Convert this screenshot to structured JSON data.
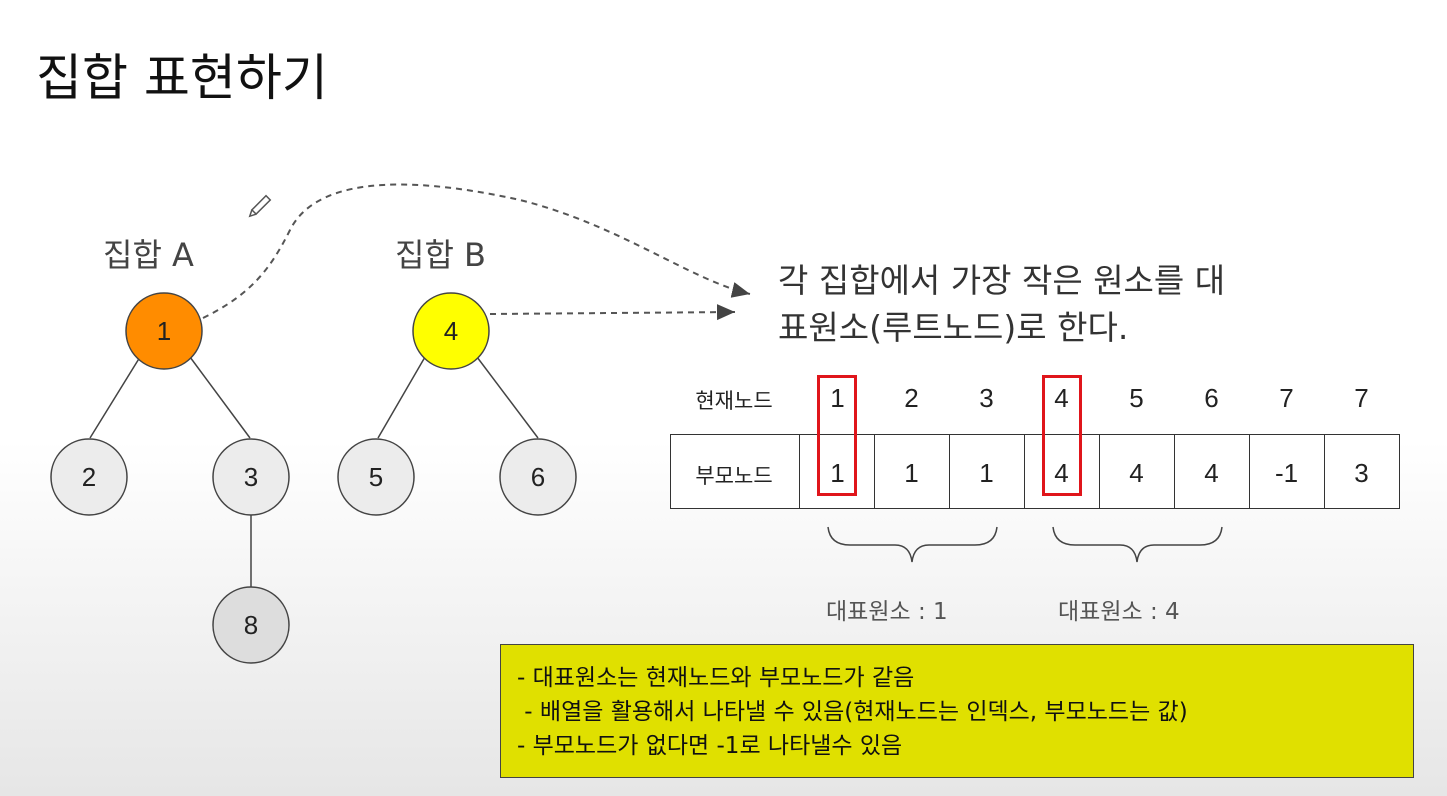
{
  "title": "집합 표현하기",
  "set_a": {
    "label": "집합 A",
    "root": "1",
    "children": [
      "2",
      "3"
    ],
    "grandchild": "8",
    "root_color": "#ff8c00"
  },
  "set_b": {
    "label": "집합 B",
    "root": "4",
    "children": [
      "5",
      "6"
    ],
    "root_color": "#ffff00"
  },
  "description": [
    "각 집합에서 가장 작은 원소를 대",
    "표원소(루트노드)로 한다."
  ],
  "table": {
    "current_label": "현재노드",
    "parent_label": "부모노드",
    "current": [
      "1",
      "2",
      "3",
      "4",
      "5",
      "6",
      "7",
      "7"
    ],
    "parent": [
      "1",
      "1",
      "1",
      "4",
      "4",
      "4",
      "-1",
      "3"
    ],
    "highlight_color": "#e0151b"
  },
  "representatives": [
    "대표원소 : 1",
    "대표원소 : 4"
  ],
  "notes": [
    "- 대표원소는 현재노드와 부모노드가 같음",
    " - 배열을 활용해서 나타낼 수 있음(현재노드는 인덱스, 부모노드는 값)",
    "- 부모노드가 없다면 -1로 나타낼수 있음"
  ],
  "note_color": "#e0e000",
  "icons": [
    "pencil-icon"
  ]
}
